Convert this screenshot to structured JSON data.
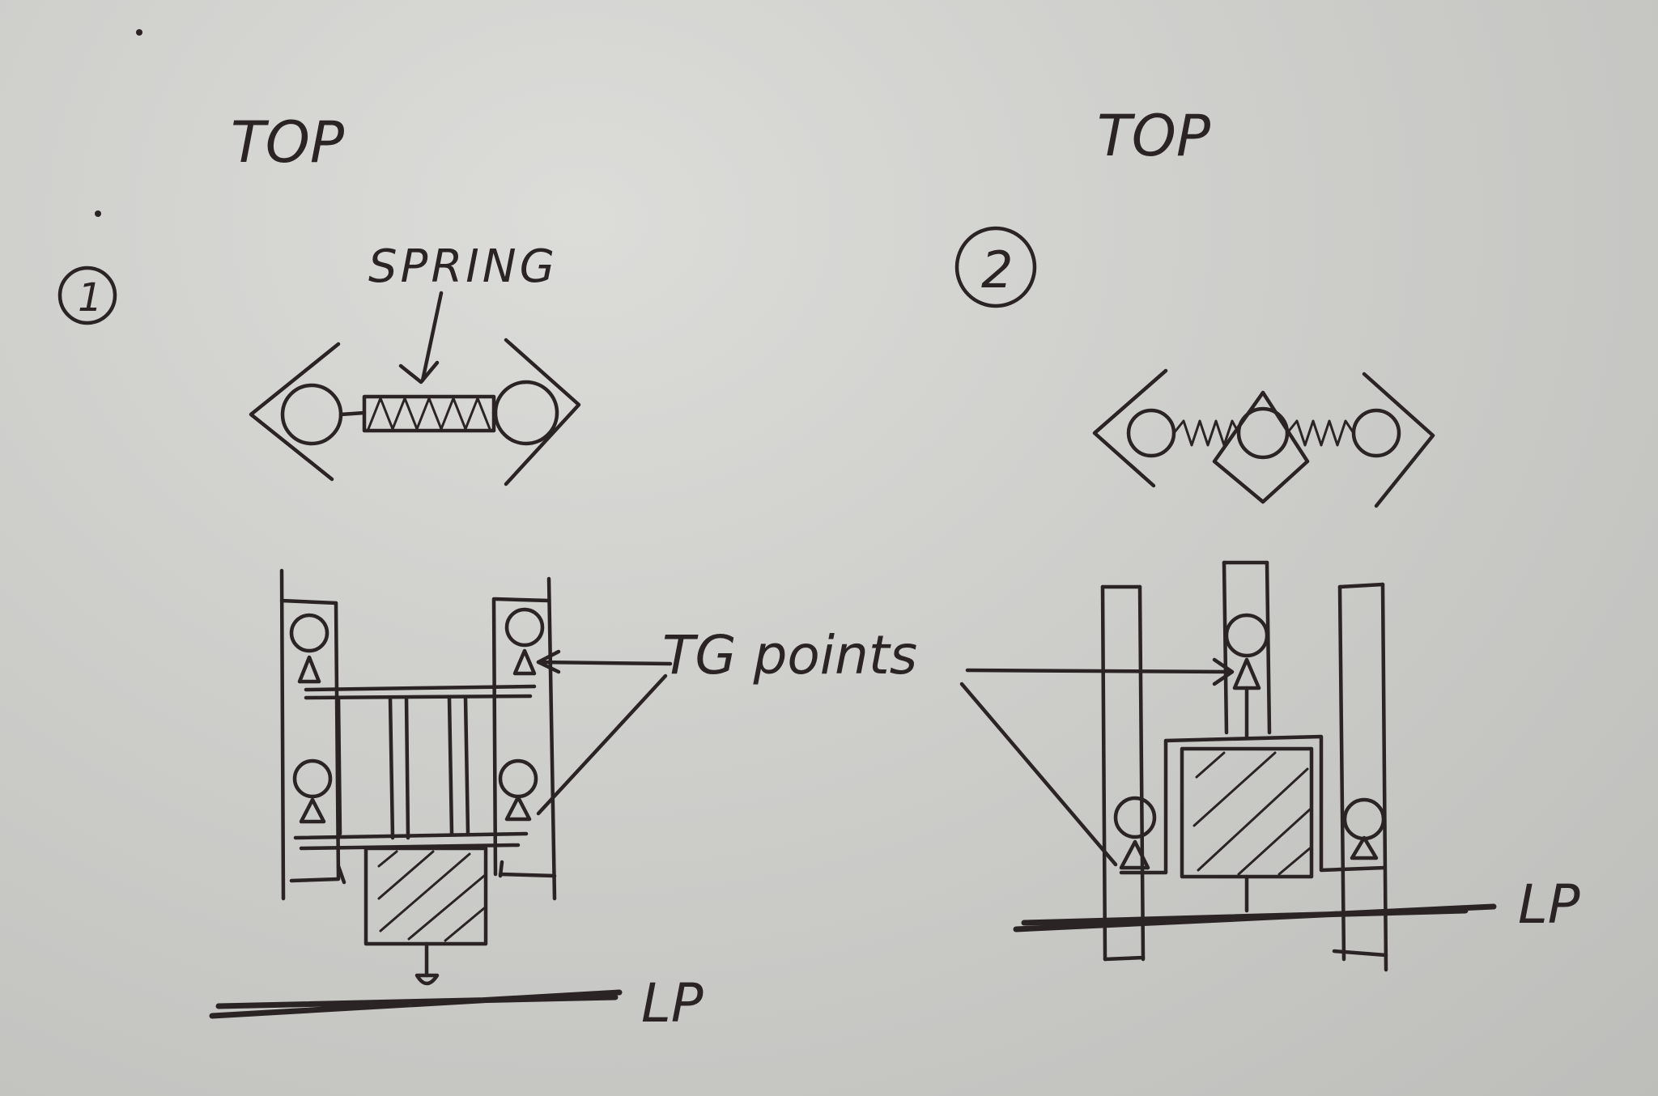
{
  "diagram": {
    "panel_1": {
      "number": "1",
      "heading": "TOP",
      "spring_label": "SPRING",
      "baseline_label": "LP"
    },
    "panel_2": {
      "number": "2",
      "heading": "TOP",
      "baseline_label": "LP"
    },
    "shared_callout": "TG points"
  }
}
